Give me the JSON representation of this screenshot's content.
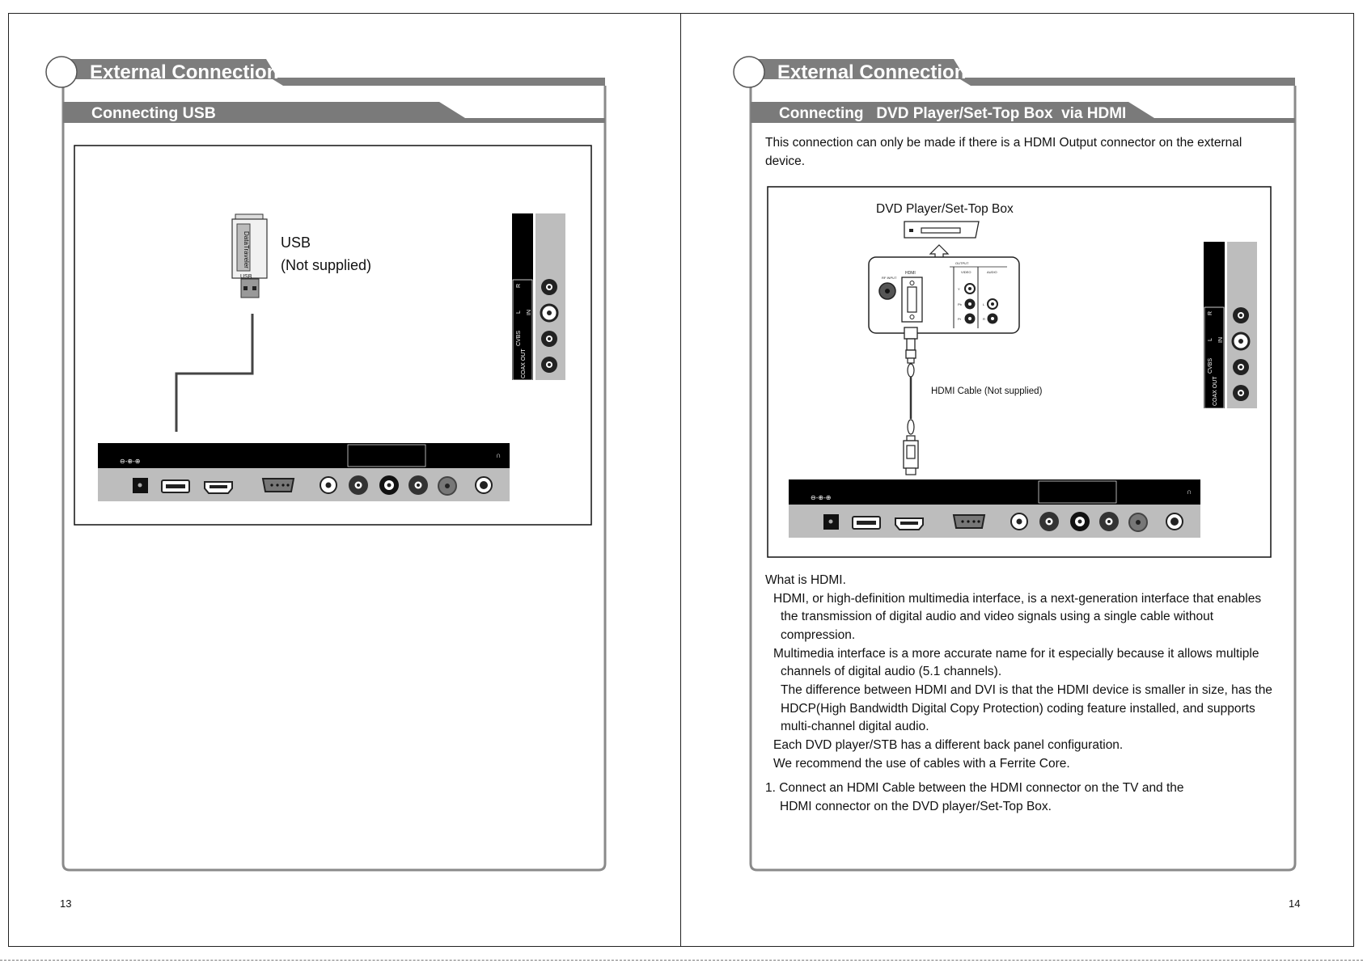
{
  "left_page": {
    "header": "External Connection",
    "section": "Connecting USB",
    "usb_label": "USB",
    "usb_note": "(Not supplied)",
    "stick_brand": "DataTraveler",
    "stick_tag": "USB",
    "page_number": "13"
  },
  "right_page": {
    "header": "External Connection",
    "section": "Connecting   DVD Player/Set-Top Box  via HDMI",
    "intro": "This connection can only be made if there is a HDMI Output connector on the external device.",
    "device_label": "DVD Player/Set-Top Box",
    "cable_label": "HDMI Cable (Not supplied)",
    "dvd_panel": {
      "rf": "RF INPUT",
      "hdmi": "HDMI",
      "output": "OUTPUT",
      "video": "VIDEO",
      "audio": "AUDIO",
      "y": "Y",
      "pb": "Pb",
      "pr": "Pr",
      "l": "L",
      "r": "R"
    },
    "what_is": "What is HDMI.",
    "lines": [
      "HDMI, or high-definition multimedia interface, is a next-generation interface that enables",
      "the transmission of digital audio and video signals using a single cable without",
      "compression.",
      "Multimedia interface is a more accurate name for it especially because it allows multiple",
      "channels of digital audio (5.1 channels).",
      "The difference between HDMI and DVI is that the HDMI device is smaller in size, has the",
      "HDCP(High Bandwidth Digital Copy Protection) coding feature installed, and supports",
      "multi-channel digital audio.",
      "Each DVD player/STB has a different back panel configuration.",
      "We recommend the use of cables with a Ferrite Core."
    ],
    "step_1a": "1. Connect an HDMI Cable between the HDMI connector on the TV and the",
    "step_1b": "HDMI connector on the DVD player/Set-Top Box.",
    "page_number": "14"
  },
  "tv_side_panel": {
    "r": "R",
    "l": "L",
    "in": "IN",
    "cvbs": "CVBS",
    "coax": "COAX OUT"
  },
  "tv_panel": {
    "power_symbol": "⊖-⊕-⊕",
    "headphone_symbol": "∩"
  }
}
